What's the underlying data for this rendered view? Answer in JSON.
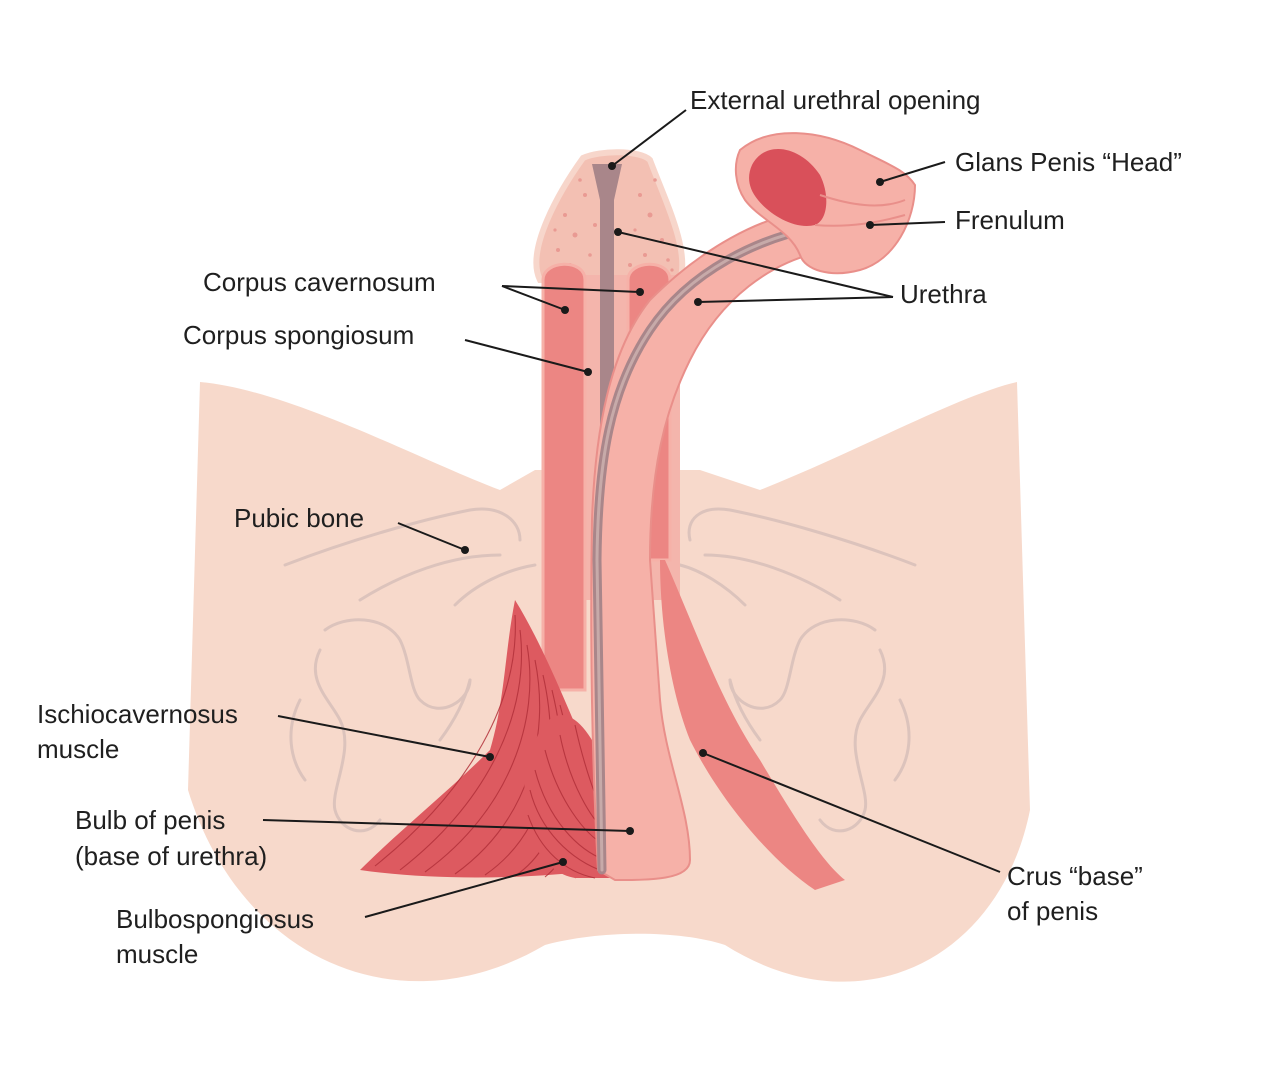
{
  "labels": {
    "external_urethral_opening": "External urethral opening",
    "glans": "Glans Penis “Head”",
    "frenulum": "Frenulum",
    "corpus_cavernosum": "Corpus cavernosum",
    "corpus_spongiosum": "Corpus spongiosum",
    "urethra": "Urethra",
    "pubic_bone": "Pubic bone",
    "ischiocavernosus": [
      "Ischiocavernosus",
      "muscle"
    ],
    "bulb": [
      "Bulb of penis",
      "(base of urethra)"
    ],
    "bulbospongiosus": [
      "Bulbospongiosus",
      "muscle"
    ],
    "crus": [
      "Crus “base”",
      "of penis"
    ]
  },
  "colors": {
    "skin": "#f7d9cb",
    "tissue_light": "#f6b1a8",
    "tissue_mid": "#ec8683",
    "muscle": "#dd5a60",
    "urethra": "#a9868a",
    "spongy": "#f4b5ac"
  }
}
